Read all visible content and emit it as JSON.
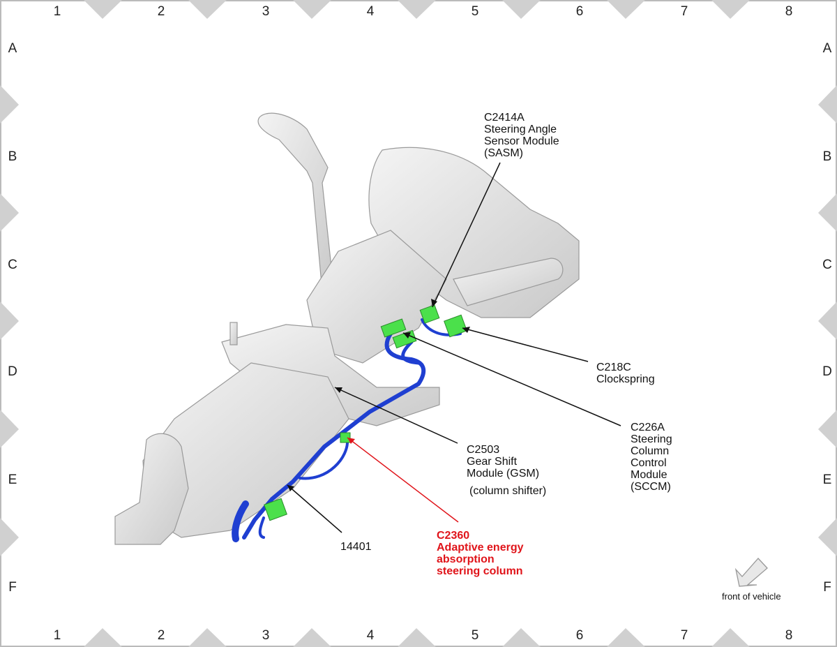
{
  "grid": {
    "columns": [
      "1",
      "2",
      "3",
      "4",
      "5",
      "6",
      "7",
      "8"
    ],
    "rows": [
      "A",
      "B",
      "C",
      "D",
      "E",
      "F"
    ]
  },
  "callouts": {
    "sasm": "C2414A\nSteering Angle\nSensor Module\n(SASM)",
    "clockspring": "C218C\nClockspring",
    "sccm": "C226A\nSteering\nColumn\nControl\nModule\n(SCCM)",
    "gsm": "C2503\nGear Shift\nModule (GSM)",
    "gsm_note": "(column shifter)",
    "harness": "14401",
    "adaptive": "C2360\nAdaptive energy\nabsorption\nsteering column"
  },
  "orientation": {
    "label": "front of vehicle",
    "icon": "arrow-down-left-icon"
  },
  "colors": {
    "harness": "#1f3fd1",
    "connector": "#4be04b",
    "highlight": "#e0141a",
    "component": "#e4e4e4"
  }
}
